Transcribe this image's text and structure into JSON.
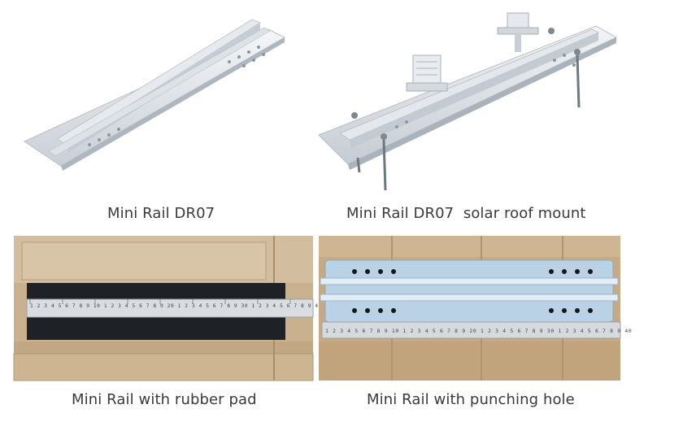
{
  "panels": [
    {
      "caption": "Mini Rail DR07"
    },
    {
      "caption": "Mini Rail DR07  solar roof mount"
    },
    {
      "caption": "Mini Rail with rubber pad"
    },
    {
      "caption": "Mini Rail with punching hole"
    }
  ],
  "rulers": {
    "left": {
      "markings": "1 2 3 4 5 6 7 8 9 10 1 2 3 4 5 6 7 8 9 20 1 2 3 4 5 6 7 8 9 30 1 2 3 4 5 6 7 8 9 40"
    },
    "right": {
      "markings": "1 2 3 4 5 6 7 8 9 10 1 2 3 4 5 6 7 8 9 20 1 2 3 4 5 6 7 8 9 30 1 2 3 4 5 6 7 8 9 40"
    }
  }
}
